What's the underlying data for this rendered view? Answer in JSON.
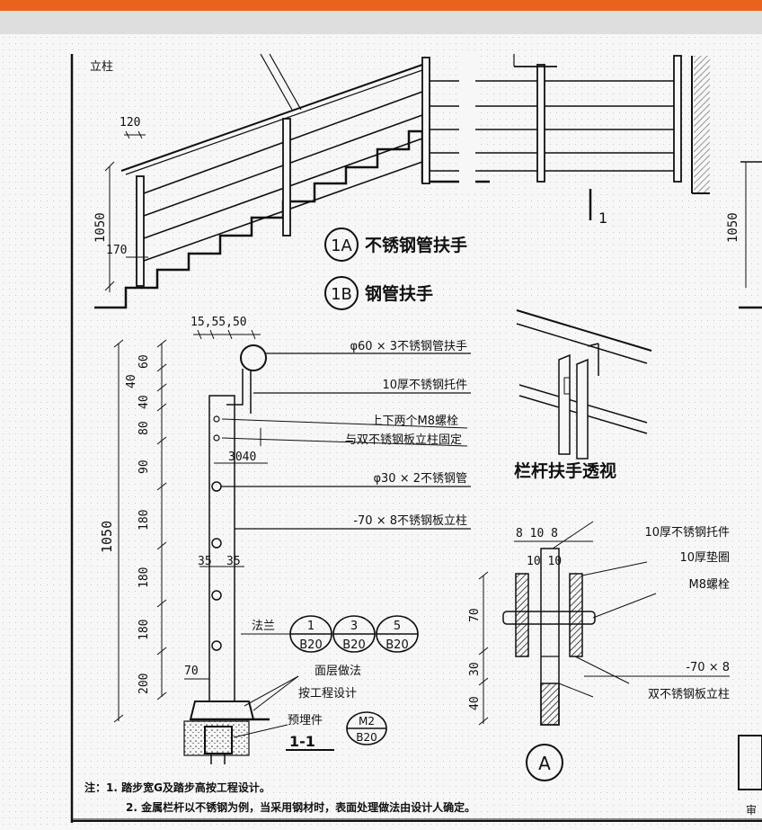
{
  "header": {
    "accent_color": "#e9631c",
    "bar_color": "#dedede"
  },
  "drawing": {
    "post_label": "立柱",
    "dim_120": "120",
    "dim_1050_stair": "1050",
    "dim_170": "170",
    "section_mark": "1",
    "callout_1a": "1A",
    "callout_1a_text": "不锈钢管扶手",
    "callout_1b": "1B",
    "callout_1b_text": "钢管扶手",
    "right_dim_1050": "1050",
    "section": {
      "top_dims": "15,55,50",
      "left_dims": [
        "60",
        "40",
        "40",
        "80",
        "90",
        "180",
        "180",
        "180",
        "200"
      ],
      "total_dim": "1050",
      "dim_3040": "3040",
      "dim_35a": "35",
      "dim_35b": "35",
      "dim_70": "70",
      "labels": [
        "φ60 × 3不锈钢管扶手",
        "10厚不锈钢托件",
        "上下两个M8螺栓",
        "与双不锈钢板立柱固定",
        "φ30 × 2不锈钢管",
        "-70 × 8不锈钢板立柱"
      ],
      "flange": "法兰",
      "refs": [
        {
          "top": "1",
          "bottom": "B20"
        },
        {
          "top": "3",
          "bottom": "B20"
        },
        {
          "top": "5",
          "bottom": "B20"
        }
      ],
      "finish_1": "面层做法",
      "finish_2": "按工程设计",
      "embed": "预埋件",
      "embed_ref_top": "M2",
      "embed_ref_bottom": "B20",
      "title": "1-1"
    },
    "perspective_title": "栏杆扶手透视",
    "detail_a": {
      "dims_top": "8 10 8",
      "dims_bottom": "10 10",
      "dim_70": "70",
      "dim_30": "30",
      "dim_40": "40",
      "labels": [
        "10厚不锈钢托件",
        "10厚垫圈",
        "M8螺栓",
        "-70 × 8",
        "双不锈钢板立柱"
      ],
      "title": "A"
    },
    "notes": [
      "注：1. 踏步宽G及踏步高按工程设计。",
      "2. 金属栏杆以不锈钢为例，当采用钢材时，表面处理做法由设计人确定。"
    ],
    "corner_text": "审"
  }
}
